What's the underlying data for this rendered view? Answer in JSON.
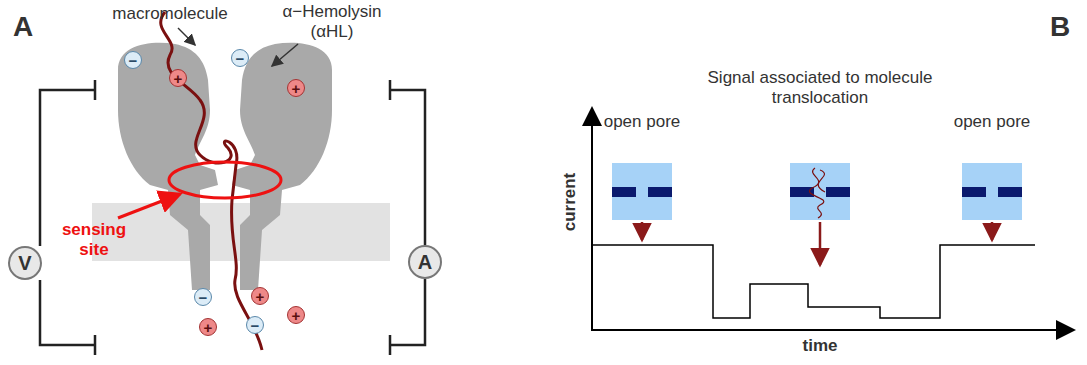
{
  "diagram": {
    "nodes": [
      {
        "text": [
          "V"
        ]
      },
      {
        "text": [
          "A"
        ]
      },
      {
        "text": [
          "−"
        ]
      },
      {
        "text": [
          "+"
        ]
      },
      {
        "text": [
          "−"
        ]
      },
      {
        "text": [
          "+"
        ]
      },
      {
        "text": [
          "−"
        ]
      },
      {
        "text": [
          "+"
        ]
      },
      {
        "text": [
          "+"
        ]
      },
      {
        "text": [
          "−"
        ]
      },
      {
        "text": [
          "+"
        ]
      }
    ],
    "labels": [
      "A",
      "macromolecule",
      "α−Hemolysin (αHL)",
      "sensing site",
      "B",
      "open pore",
      "Signal associated to molecule translocation",
      "open pore",
      "current",
      "time"
    ]
  }
}
